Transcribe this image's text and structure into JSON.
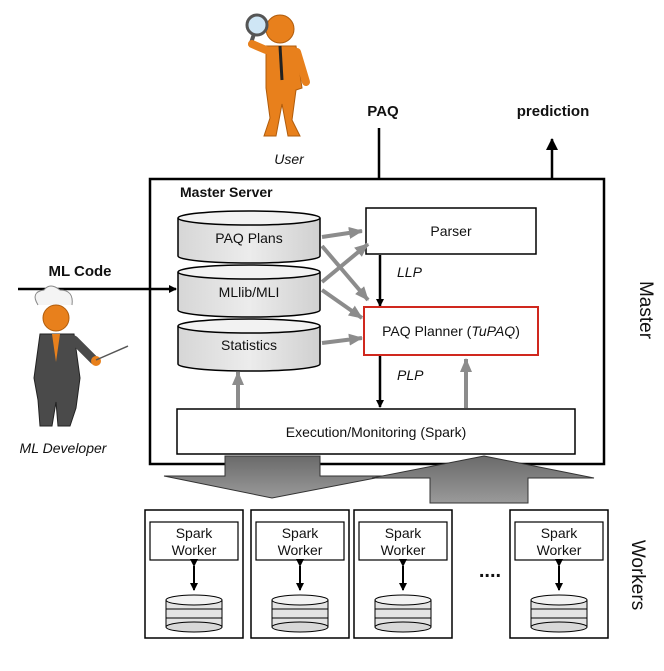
{
  "user": {
    "label": "User"
  },
  "ml_developer": {
    "label": "ML Developer"
  },
  "inputs": {
    "paq": "PAQ",
    "prediction": "prediction",
    "ml_code": "ML Code"
  },
  "master": {
    "server_title": "Master Server",
    "side_label": "Master",
    "stores": [
      "PAQ Plans",
      "MLlib/MLI",
      "Statistics"
    ],
    "parser": "Parser",
    "llp": "LLP",
    "plp": "PLP",
    "planner_prefix": "PAQ Planner (",
    "planner_name": "TuPAQ",
    "planner_suffix": ")",
    "execution": "Execution/Monitoring (Spark)"
  },
  "workers": {
    "side_label": "Workers",
    "worker_label_line1": "Spark",
    "worker_label_line2": "Worker",
    "ellipsis": "...."
  },
  "colors": {
    "planner_border": "#d0281e",
    "gray_arrow": "#8c8c8c",
    "store_fill": "#e3e3e3",
    "figure_orange": "#e8801c",
    "figure_suit": "#4a4a4a"
  }
}
